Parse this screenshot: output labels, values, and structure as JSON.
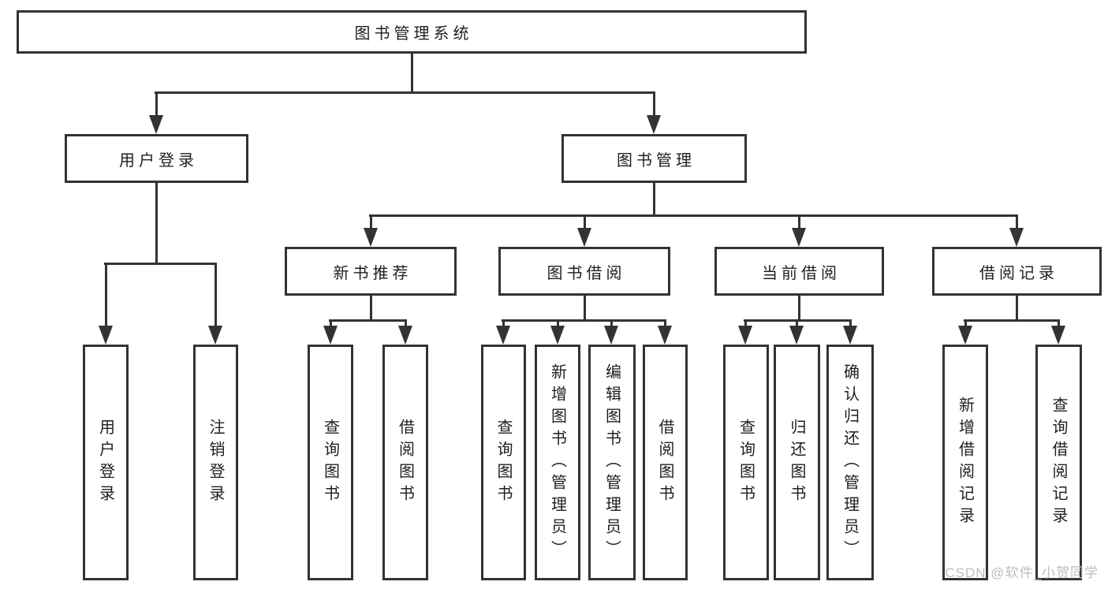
{
  "tree": {
    "label": "图书管理系统",
    "children": [
      {
        "label": "用户登录",
        "children": [
          {
            "label": "用户登录"
          },
          {
            "label": "注销登录"
          }
        ]
      },
      {
        "label": "图书管理",
        "children": [
          {
            "label": "新书推荐",
            "children": [
              {
                "label": "查询图书"
              },
              {
                "label": "借阅图书"
              }
            ]
          },
          {
            "label": "图书借阅",
            "children": [
              {
                "label": "查询图书"
              },
              {
                "label": "新增图书（管理员）"
              },
              {
                "label": "编辑图书（管理员）"
              },
              {
                "label": "借阅图书"
              }
            ]
          },
          {
            "label": "当前借阅",
            "children": [
              {
                "label": "查询图书"
              },
              {
                "label": "归还图书"
              },
              {
                "label": "确认归还（管理员）"
              }
            ]
          },
          {
            "label": "借阅记录",
            "children": [
              {
                "label": "新增借阅记录"
              },
              {
                "label": "查询借阅记录"
              }
            ]
          }
        ]
      }
    ]
  },
  "watermark": {
    "text": "CSDN @软件_小贺同学"
  },
  "colors": {
    "line": "#333333",
    "text": "#1f1f1f",
    "watermark_text": "#b9bec4",
    "background": "#ffffff"
  }
}
